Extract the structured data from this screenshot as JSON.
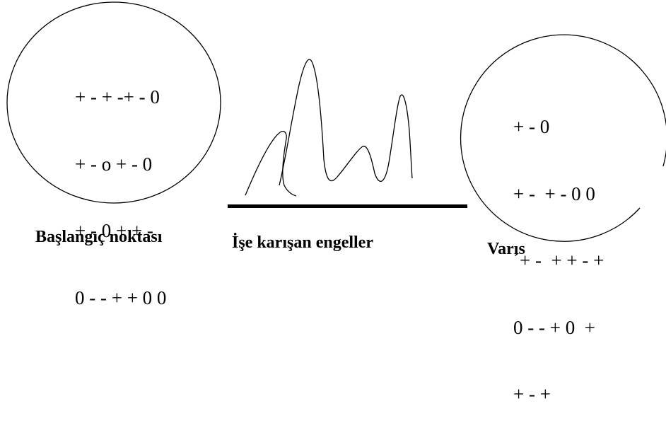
{
  "start": {
    "lines": [
      "+ - + -+ - 0",
      "+ - o + - 0",
      "+ - 0 + + -",
      "0 - - + + 0 0"
    ],
    "caption": "Başlangıç noktası"
  },
  "obstacles": {
    "caption": "İşe karışan engeller"
  },
  "finish": {
    "lines": [
      "+ - 0",
      "+ -  + - 0 0",
      "´+ -  + + - +",
      "0 - - + 0  +",
      "+ - +"
    ],
    "caption": "Varıs"
  },
  "colors": {
    "ink": "#000000",
    "background": "#ffffff"
  }
}
